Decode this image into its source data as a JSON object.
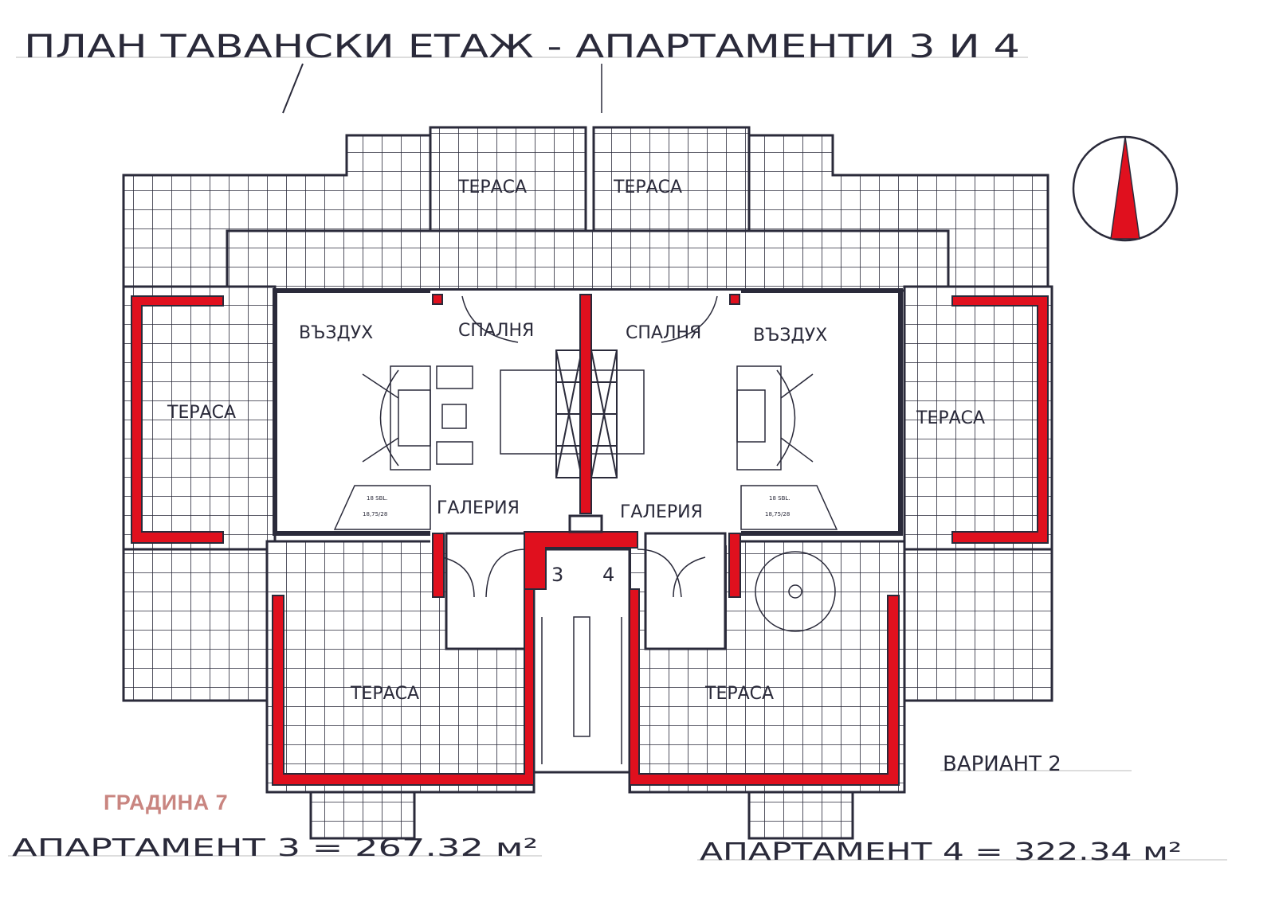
{
  "title": "ПЛАН ТАВАНСКИ ЕТАЖ - АПАРТАМЕНТИ 3 И 4",
  "rooms": {
    "terrace": "ТЕРАСА",
    "air": "ВЪЗДУХ",
    "bedroom": "СПАЛНЯ",
    "gallery": "ГАЛЕРИЯ"
  },
  "stair_notes": {
    "steps": "18 SBL.",
    "size": "18,75/28"
  },
  "entrances": {
    "apt3": "3",
    "apt4": "4"
  },
  "variant": "ВАРИАНТ 2",
  "garden_label": "ГРАДИНА 7",
  "areas": {
    "apt3": "АПАРТАМЕНТ 3  =  267.32 м²",
    "apt4": "АПАРТАМЕНТ 4 = 322.34 м²"
  },
  "colors": {
    "wall_red": "#e0101e",
    "ink": "#2a2a3a",
    "watermark": "#c98580"
  },
  "north_arrow_icon": "compass-north-arrow"
}
